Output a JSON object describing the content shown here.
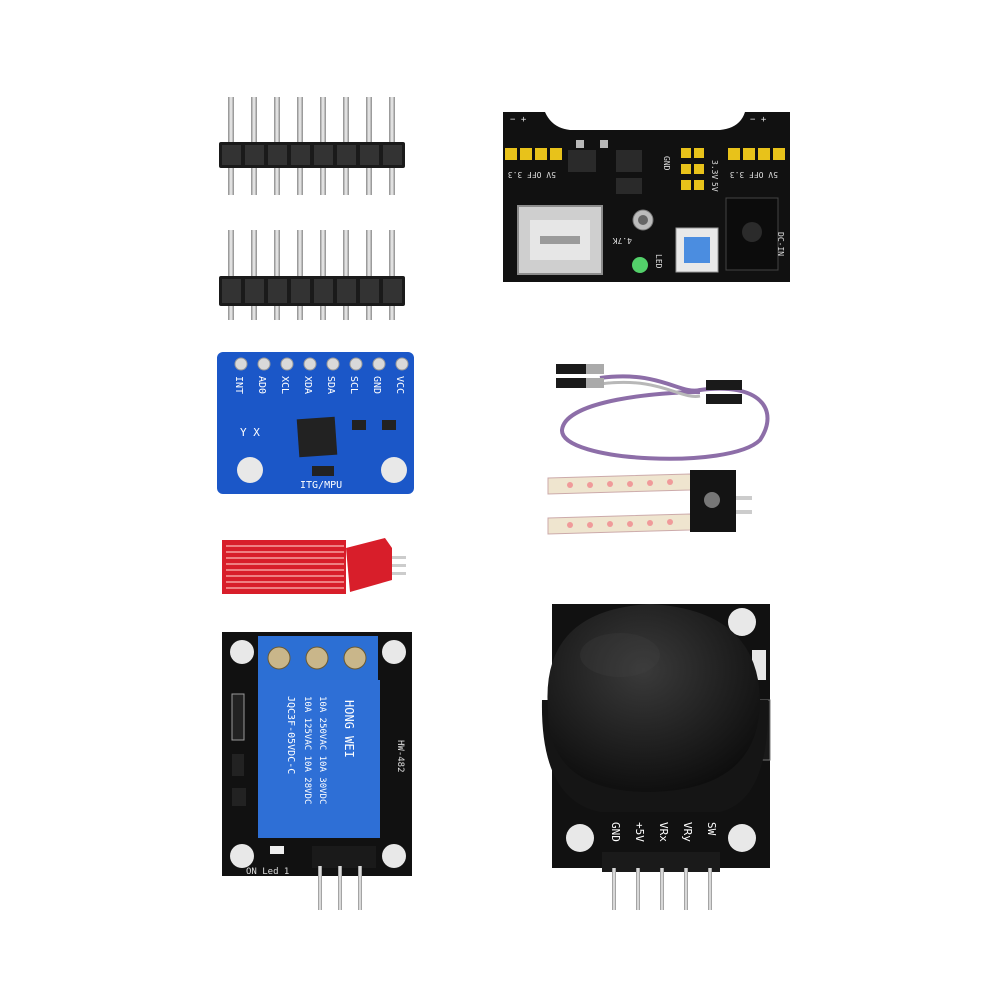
{
  "colors": {
    "background": "#ffffff",
    "pcb_black": "#111111",
    "pcb_blue": "#1b57c8",
    "pcb_red": "#d81e2a",
    "relay_blue": "#2e6fd6",
    "pin_gold": "#e8c21a",
    "header_black": "#1a1a1a",
    "metal_pin": "#bfbfbf",
    "wire_purple": "#8d6ea8",
    "probe_cream": "#efe5cf",
    "joystick_cap": "#1c1c1c"
  },
  "power_module": {
    "labels": {
      "off_left": "5V OFF 3.3",
      "off_right": "5V OFF 3.3",
      "v33": "3.3V",
      "v5": "5V",
      "gnd": "GND",
      "led": "LED",
      "dcin": "DC-IN",
      "r47": "4.7K"
    }
  },
  "mpu_module": {
    "pins": [
      "VCC",
      "GND",
      "SCL",
      "SDA",
      "XDA",
      "XCL",
      "AD0",
      "INT"
    ],
    "chip_label": "ITG/MPU",
    "axis_label": "Y X"
  },
  "relay_module": {
    "relay_text": [
      "HONG WEI",
      "10A 250VAC 10A 30VDC",
      "10A 125VAC 10A 28VDC",
      "JQC3F-05VDC-C"
    ],
    "board_label": "HW-482",
    "led_label": "ON Led 1"
  },
  "joystick_module": {
    "pins": [
      "GND",
      "+5V",
      "VRx",
      "VRy",
      "SW"
    ]
  }
}
